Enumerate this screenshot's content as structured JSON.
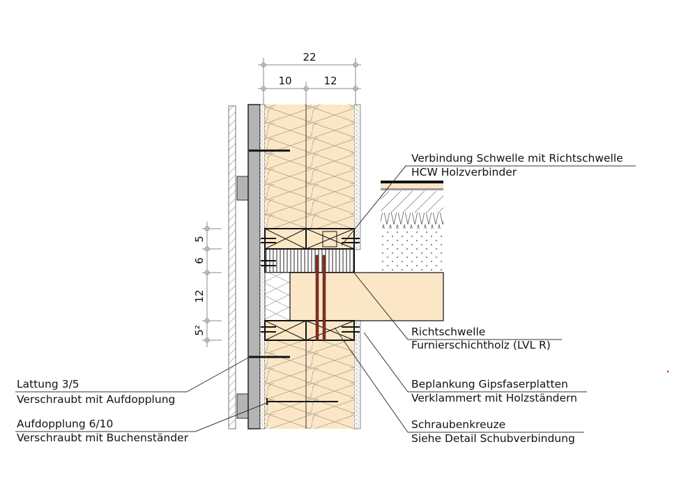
{
  "dimensions": {
    "top_total": "22",
    "top_left": "10",
    "top_right": "12",
    "side": [
      "5",
      "6",
      "12",
      "5²"
    ]
  },
  "labels": [
    {
      "line1": "Verbindung Schwelle mit Richtschwelle",
      "line2": "HCW Holzverbinder"
    },
    {
      "line1": "Richtschwelle",
      "line2": "Furnierschichtholz (LVL R)"
    },
    {
      "line1": "Beplankung Gipsfaserplatten",
      "line2": "Verklammert mit Holzständern"
    },
    {
      "line1": "Schraubenkreuze",
      "line2": "Siehe Detail Schubverbindung"
    },
    {
      "line1": "Lattung 3/5",
      "line2": "Verschraubt mit Aufdopplung"
    },
    {
      "line1": "Aufdopplung 6/10",
      "line2": "Verschraubt mit Buchenständer"
    }
  ],
  "colors": {
    "wood": "#fbe7c6",
    "gray": "#b4b4b4",
    "screw": "#8b2a1f",
    "line": "#111111"
  }
}
